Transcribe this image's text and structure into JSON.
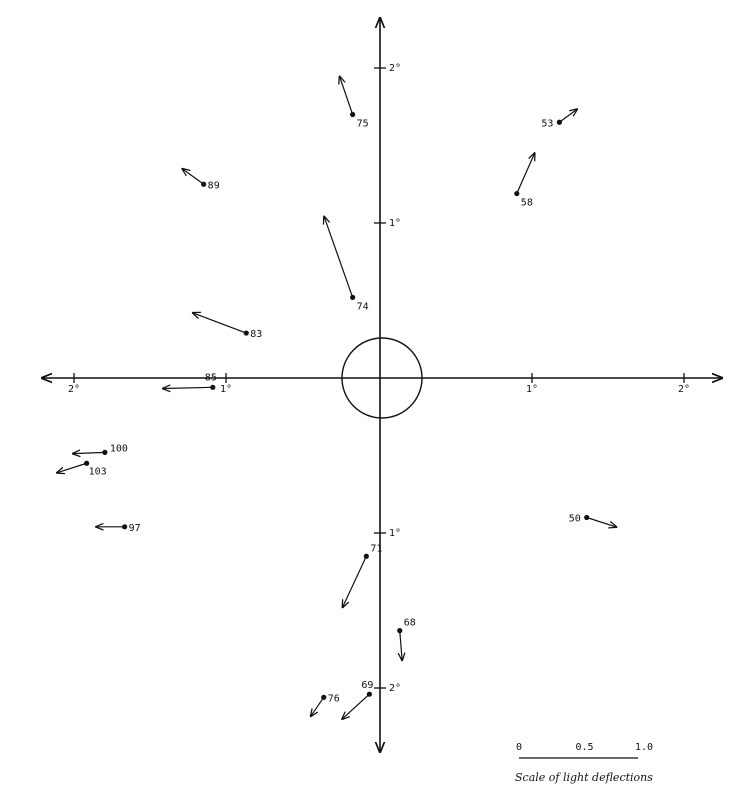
{
  "chart_data": {
    "type": "scatter",
    "title": "",
    "caption": "Scale of light deflections",
    "axes": {
      "units": "degrees from sun centre",
      "tick_labels": {
        "x": [
          "2°",
          "1°",
          "1°",
          "2°"
        ],
        "y": [
          "2°",
          "1°",
          "1°",
          "2°"
        ]
      },
      "xlim": [
        -2.2,
        2.25
      ],
      "ylim": [
        -2.4,
        2.35
      ]
    },
    "scale_bar": {
      "units": "arcsec",
      "labels": [
        "0",
        "0.5",
        "1.0"
      ],
      "range": [
        0,
        1.0
      ],
      "minor_divisions": 10
    },
    "stars": [
      {
        "label": "75",
        "x": -0.18,
        "y": 1.7,
        "dx": -0.11,
        "dy": 0.32
      },
      {
        "label": "53",
        "x": 1.18,
        "y": 1.65,
        "dx": 0.15,
        "dy": 0.11
      },
      {
        "label": "58",
        "x": 0.9,
        "y": 1.19,
        "dx": 0.15,
        "dy": 0.34
      },
      {
        "label": "89",
        "x": -1.16,
        "y": 1.25,
        "dx": -0.18,
        "dy": 0.13
      },
      {
        "label": "74",
        "x": -0.18,
        "y": 0.52,
        "dx": -0.24,
        "dy": 0.68
      },
      {
        "label": "83",
        "x": -0.88,
        "y": 0.29,
        "dx": -0.45,
        "dy": 0.17
      },
      {
        "label": "85",
        "x": -1.1,
        "y": -0.06,
        "dx": -0.42,
        "dy": -0.01
      },
      {
        "label": "100",
        "x": -1.81,
        "y": -0.48,
        "dx": -0.27,
        "dy": -0.01
      },
      {
        "label": "103",
        "x": -1.93,
        "y": -0.55,
        "dx": -0.25,
        "dy": -0.08
      },
      {
        "label": "97",
        "x": -1.68,
        "y": -0.96,
        "dx": -0.24,
        "dy": 0.0
      },
      {
        "label": "50",
        "x": 1.36,
        "y": -0.9,
        "dx": 0.25,
        "dy": -0.08
      },
      {
        "label": "71",
        "x": -0.09,
        "y": -1.15,
        "dx": -0.2,
        "dy": -0.43
      },
      {
        "label": "68",
        "x": 0.13,
        "y": -1.63,
        "dx": 0.02,
        "dy": -0.25
      },
      {
        "label": "76",
        "x": -0.37,
        "y": -2.06,
        "dx": -0.11,
        "dy": -0.16
      },
      {
        "label": "69",
        "x": -0.07,
        "y": -2.04,
        "dx": -0.23,
        "dy": -0.21
      }
    ]
  }
}
